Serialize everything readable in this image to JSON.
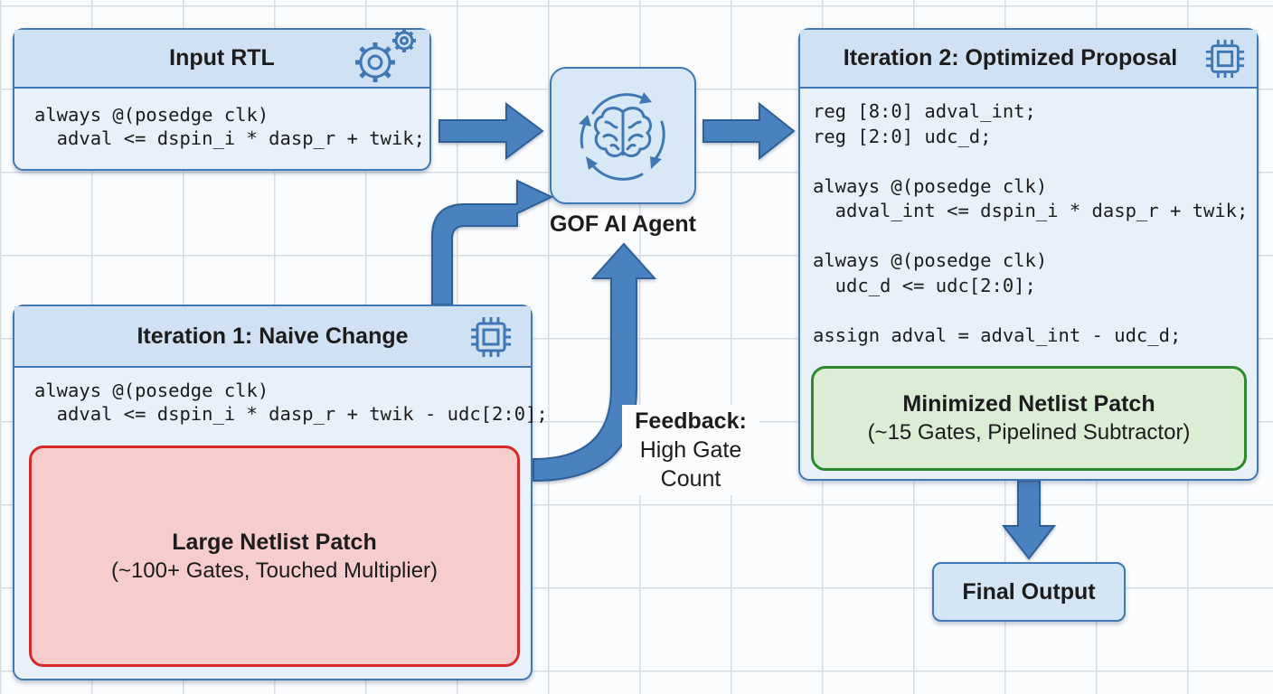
{
  "input_rtl": {
    "title": "Input RTL",
    "code": "always @(posedge clk)\n  adval <= dspin_i * dasp_r + twik;",
    "icon": "gears-icon"
  },
  "iteration1": {
    "title": "Iteration 1: Naive Change",
    "code": "always @(posedge clk)\n  adval <= dspin_i * dasp_r + twik - udc[2:0];",
    "icon": "chip-icon",
    "patch": {
      "title": "Large Netlist Patch",
      "subtitle": "(~100+ Gates, Touched Multiplier)",
      "fill": "#f6cccc",
      "border": "#d62a2a"
    }
  },
  "agent": {
    "label": "GOF AI Agent",
    "icon": "brain-cycle-icon"
  },
  "feedback": {
    "title": "Feedback:",
    "line1": "High Gate",
    "line2": "Count"
  },
  "iteration2": {
    "title": "Iteration 2: Optimized Proposal",
    "code": "reg [8:0] adval_int;\nreg [2:0] udc_d;\n\nalways @(posedge clk)\n  adval_int <= dspin_i * dasp_r + twik;\n\nalways @(posedge clk)\n  udc_d <= udc[2:0];\n\nassign adval = adval_int - udc_d;",
    "icon": "chip-icon",
    "patch": {
      "title": "Minimized Netlist Patch",
      "subtitle": "(~15 Gates, Pipelined Subtractor)",
      "fill": "#dcedd6",
      "border": "#2e8a2e"
    }
  },
  "final_output": {
    "label": "Final Output"
  },
  "colors": {
    "accent": "#3f78b5",
    "arrow_fill": "#4a82bf",
    "arrow_stroke": "#2e5f96"
  }
}
